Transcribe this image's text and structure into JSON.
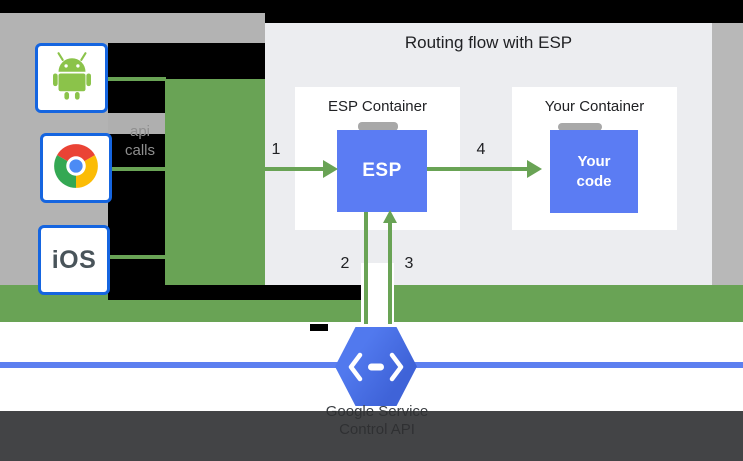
{
  "title": "Routing flow with ESP",
  "clients": {
    "android_icon": "android-robot",
    "chrome_icon": "chrome-logo",
    "ios_label": "iOS",
    "api_call_label_line1": "api",
    "api_call_label_line2": "calls"
  },
  "esp_container": {
    "label": "ESP Container",
    "box_label": "ESP"
  },
  "your_container": {
    "label": "Your Container",
    "box_line1": "Your",
    "box_line2": "code"
  },
  "steps": {
    "one": "1",
    "two": "2",
    "three": "3",
    "four": "4"
  },
  "endpoints": {
    "icon": "cloud-endpoints-hexagon",
    "caption_line1": "Google Service",
    "caption_line2": "Control API"
  },
  "colors": {
    "green": "#69A355",
    "blue_box": "#5B7CF3",
    "blue_line": "#5C7FF0",
    "hexagon_blue": "#4A70E6",
    "panel_bg": "#ECEDF0",
    "gray_bg": "#B3B3B3",
    "footer": "#303132",
    "box_border_blue": "#1565E0"
  }
}
